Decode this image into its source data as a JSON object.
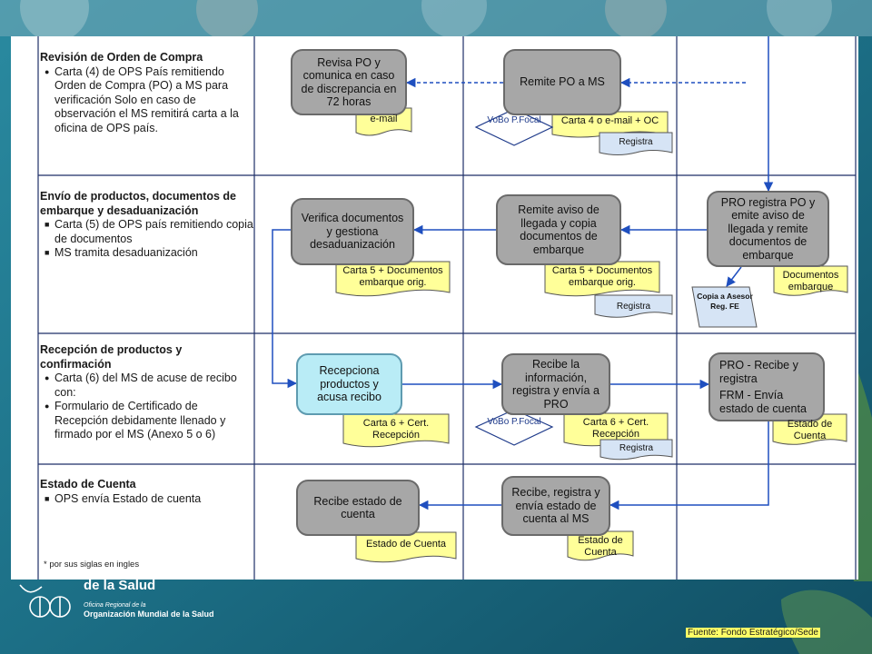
{
  "sections": [
    {
      "title": "Revisión de Orden de Compra",
      "items": [
        {
          "bullet": "●",
          "text": "Carta (4) de OPS País remitiendo Orden de Compra (PO) a MS para verificación Solo en caso de observación el MS remitirá carta a la oficina de OPS país."
        }
      ]
    },
    {
      "title": "Envío de productos, documentos de embarque y desaduanización",
      "items": [
        {
          "bullet": "■",
          "text": "Carta (5) de OPS país remitiendo copia de documentos"
        },
        {
          "bullet": "■",
          "text": "MS tramita desaduanización"
        }
      ]
    },
    {
      "title": "Recepción de productos y confirmación",
      "items": [
        {
          "bullet": "●",
          "text": "Carta (6) del MS de acuse de recibo con:"
        },
        {
          "bullet": "●",
          "text": "Formulario de Certificado de Recepción debidamente llenado y firmado por el MS (Anexo 5 o 6)"
        }
      ]
    },
    {
      "title": "Estado de Cuenta",
      "items": [
        {
          "bullet": "■",
          "text": "OPS envía Estado de cuenta"
        }
      ]
    }
  ],
  "process_boxes": {
    "revisa_po": "Revisa PO y comunica en caso de discrepancia en 72 horas",
    "remite_po": "Remite PO a MS",
    "verifica_docs": "Verifica documentos y gestiona desaduanización",
    "remite_aviso": "Remite aviso de llegada y copia documentos de embarque",
    "pro_registra": "PRO registra PO y emite aviso de llegada y remite documentos de embarque",
    "recepciona": "Recepciona productos y acusa recibo",
    "recibe_info": "Recibe la información, registra y envía a PRO",
    "pro_recibe": "PRO - Recibe y registra",
    "frm_envia": "FRM - Envía estado de cuenta",
    "recibe_estado": "Recibe estado de cuenta",
    "recibe_registra": "Recibe, registra y envía estado de cuenta al MS"
  },
  "documents": {
    "email": "e-mail",
    "carta4": "Carta 4 o e-mail + OC",
    "registra_1": "Registra",
    "carta5_a": "Carta 5 + Documentos embarque orig.",
    "carta5_b": "Carta 5 + Documentos embarque orig.",
    "registra_2": "Registra",
    "docs_embarque": "Documentos embarque",
    "copia_asesor": "Copia a Asesor Reg. FE",
    "carta6_a": "Carta 6 + Cert. Recepción",
    "carta6_b": "Carta 6 + Cert. Recepción",
    "registra_3": "Registra",
    "estado_cuenta_pro": "Estado de Cuenta",
    "estado_cuenta_ms": "Estado de Cuenta",
    "estado_cuenta_mid": "Estado de Cuenta",
    "vobo_1": "VoBo P.Focal",
    "vobo_2": "VoBo P.Focal"
  },
  "footnote": "* por sus siglas en ingles",
  "org": {
    "top_text": "de la Salud",
    "office": "Oficina Regional de la",
    "name": "Organización Mundial de la Salud"
  },
  "source": "Fuente: Fondo Estratégico/Sede",
  "colors": {
    "process_box": "#a7a7a7",
    "highlight_box": "#b9ecf6",
    "document": "#ffff99",
    "registry": "#d6e4f5",
    "arrow": "#1f4fbf",
    "background": "#1d6f86"
  }
}
